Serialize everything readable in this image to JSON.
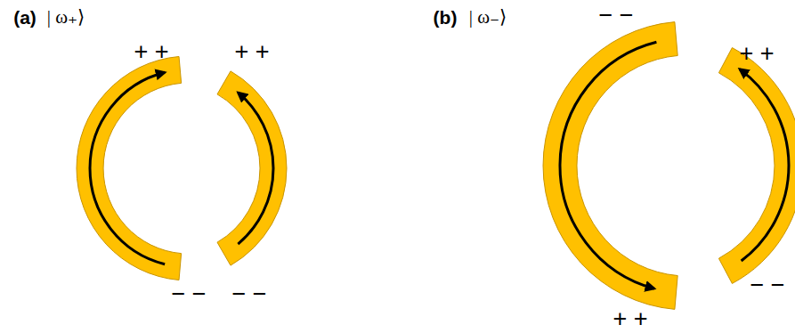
{
  "diagram": {
    "labels": [
      "(a)",
      "| ω₊⟩",
      "+ +",
      "+ +",
      "− −",
      "− −",
      "(b)",
      "| ω₋⟩",
      "− −",
      "+ +",
      "+ +",
      "− −"
    ]
  }
}
